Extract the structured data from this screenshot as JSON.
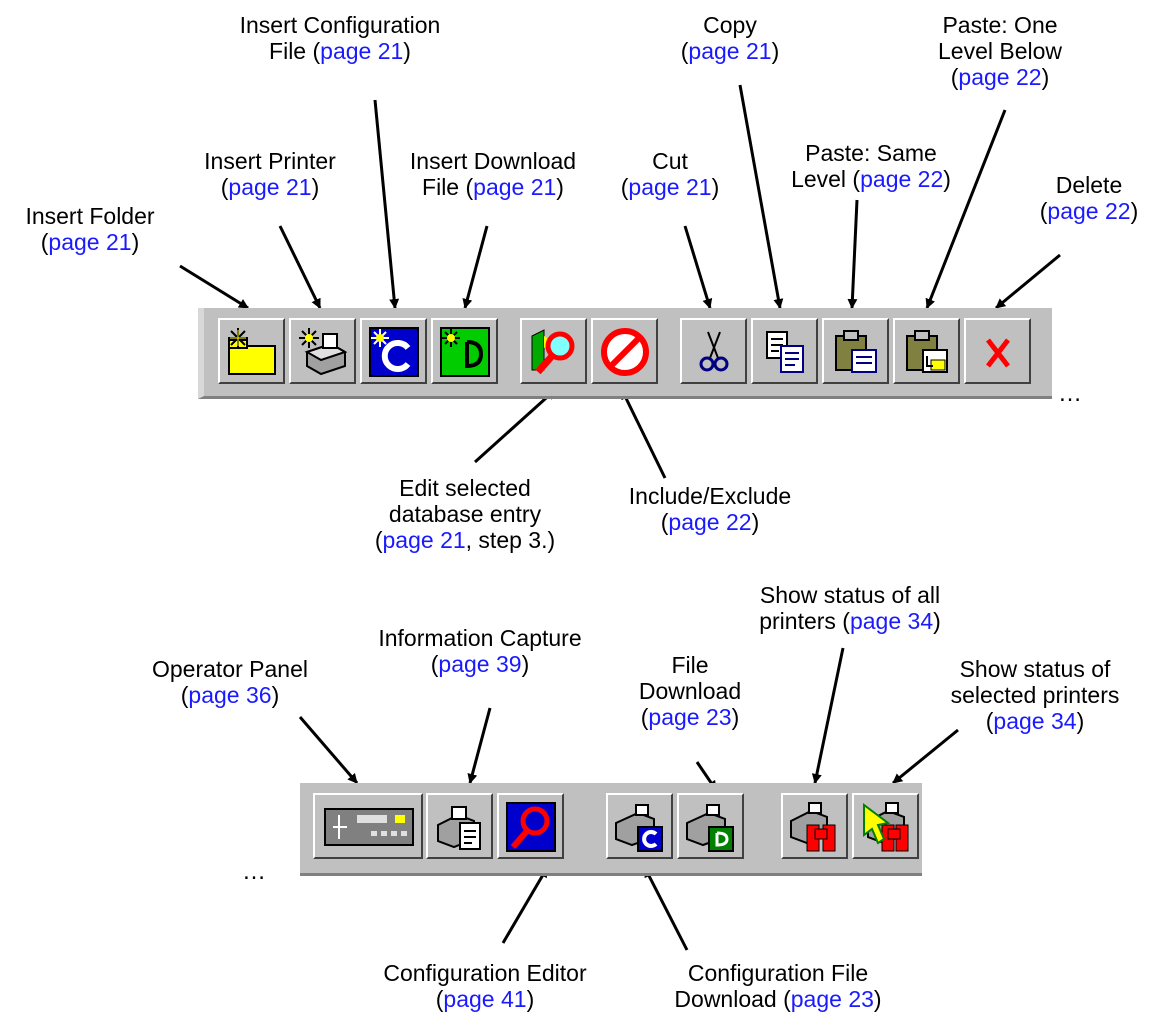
{
  "labels": {
    "insert_folder": {
      "line1": "Insert Folder",
      "link": "page 21",
      "close": ")"
    },
    "insert_printer": {
      "line1": "Insert Printer",
      "link": "page 21",
      "close": ")"
    },
    "insert_config": {
      "line1": "Insert Configuration",
      "line2a": "File (",
      "link": "page 21",
      "close": ")"
    },
    "insert_download": {
      "line1": "Insert Download",
      "line2a": "File (",
      "link": "page 21",
      "close": ")"
    },
    "cut": {
      "line1": "Cut",
      "link": "page 21",
      "close": ")"
    },
    "copy": {
      "line1": "Copy",
      "link": "page 21",
      "close": ")"
    },
    "paste_same": {
      "line1": "Paste: Same",
      "line2a": "Level (",
      "link": "page 22",
      "close": ")"
    },
    "paste_below": {
      "line1": "Paste: One",
      "line2": "Level Below",
      "link": "page 22",
      "close": ")"
    },
    "delete": {
      "line1": "Delete",
      "link": "page 22",
      "close": ")"
    },
    "edit_entry": {
      "line1": "Edit selected",
      "line2": "database entry",
      "link": "page 21",
      "tail": ", step 3.)"
    },
    "include_exclude": {
      "line1": "Include/Exclude",
      "link": "page 22",
      "close": ")"
    },
    "operator_panel": {
      "line1": "Operator Panel",
      "link": "page 36",
      "close": ")"
    },
    "info_capture": {
      "line1": "Information Capture",
      "link": "page 39",
      "close": ")"
    },
    "file_download": {
      "line1": "File",
      "line2": "Download",
      "link": "page 23",
      "close": ")"
    },
    "status_all": {
      "line1": "Show status of all",
      "line2a": "printers (",
      "link": "page 34",
      "close": ")"
    },
    "status_selected": {
      "line1": "Show status of",
      "line2": "selected printers",
      "link": "page 34",
      "close": ")"
    },
    "config_editor": {
      "line1": "Configuration Editor",
      "link": "page 41",
      "close": ")"
    },
    "config_file_download": {
      "line1": "Configuration File",
      "line2a": "Download (",
      "link": "page 23",
      "close": ")"
    }
  },
  "ellipsis": "…",
  "toolbar1": {
    "buttons": [
      {
        "name": "insert-folder-button",
        "icon": "folder-new-icon"
      },
      {
        "name": "insert-printer-button",
        "icon": "printer-new-icon"
      },
      {
        "name": "insert-config-file-button",
        "icon": "config-new-icon"
      },
      {
        "name": "insert-download-file-button",
        "icon": "download-new-icon"
      },
      {
        "name": "edit-entry-button",
        "icon": "edit-magnifier-icon"
      },
      {
        "name": "include-exclude-button",
        "icon": "prohibit-icon"
      },
      {
        "name": "cut-button",
        "icon": "scissors-icon"
      },
      {
        "name": "copy-button",
        "icon": "copy-icon"
      },
      {
        "name": "paste-same-level-button",
        "icon": "paste-icon"
      },
      {
        "name": "paste-level-below-button",
        "icon": "paste-below-icon"
      },
      {
        "name": "delete-button",
        "icon": "delete-x-icon"
      }
    ]
  },
  "toolbar2": {
    "buttons": [
      {
        "name": "operator-panel-button",
        "icon": "operator-panel-icon"
      },
      {
        "name": "information-capture-button",
        "icon": "printer-capture-icon"
      },
      {
        "name": "configuration-editor-button",
        "icon": "config-editor-icon"
      },
      {
        "name": "configuration-file-download-button",
        "icon": "printer-config-download-icon"
      },
      {
        "name": "file-download-button",
        "icon": "printer-file-download-icon"
      },
      {
        "name": "status-all-printers-button",
        "icon": "printer-status-all-icon"
      },
      {
        "name": "status-selected-printers-button",
        "icon": "printer-status-selected-icon"
      }
    ]
  },
  "colors": {
    "link": "#1a1aff",
    "toolbar": "#c0c0c0"
  }
}
